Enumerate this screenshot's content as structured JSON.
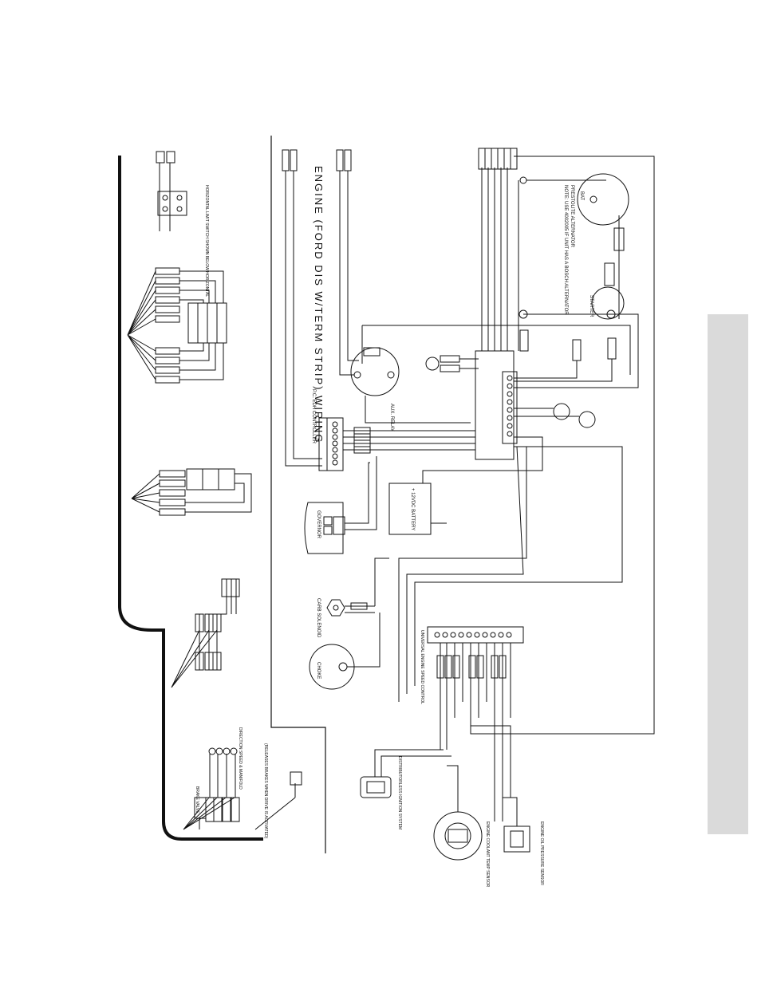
{
  "diagram": {
    "title": "ENGINE (FORD DIS W/TERM STRIP) WIRING",
    "controller": "P.C. EDH CONTROLLER",
    "aux_relay": "AUX. RELAY",
    "alternator": "PRESTOLITE ALTERNATOR",
    "alternator_note": "NOTE: USE 4002005 IF UNIT HAS A BOSCH ALTERNATOR",
    "bat_label": "BAT",
    "starter": "STARTER",
    "battery": "+ 12VDC BATTERY",
    "governor": "GOVERNOR",
    "carb_solenoid": "CARB SOLENOID",
    "choke": "CHOKE",
    "switch_note": "HORIZONTAL LIMIT SWITCH SHOWN BELOW HORIZONTAL",
    "relay_box": "UNIVERSAL ENGINE SPEED CONTROL",
    "distributor": "DISTRIBUTORLESS IGNITION SYSTEM",
    "coolant_sensor": "ENGINE COOLANT TEMP SENSOR",
    "oil_sensor": "ENGINE OIL PRESSURE SENSOR",
    "brake_note": "(RELEASES BRAKES WHEN DRIVE IS ACTIVATED)",
    "pump_label": "BRAKE VALVE",
    "logic_valve": "DIRECTION SPEED & MANIFOLD"
  }
}
